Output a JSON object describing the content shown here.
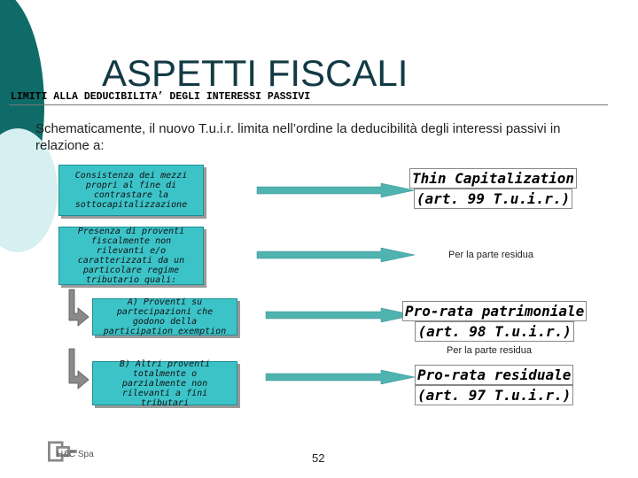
{
  "slide": {
    "title": "ASPETTI FISCALI",
    "subtitle": "LIMITI ALLA DEDUCIBILITA’ DEGLI INTERESSI PASSIVI",
    "intro": "Schematicamente, il nuovo T.u.i.r. limita nell’ordine la deducibilità degli interessi passivi in relazione a:",
    "page_number": "52"
  },
  "left_boxes": [
    {
      "text": "Consistenza dei mezzi propri al fine di contrastare la sottocapitalizzazione"
    },
    {
      "text": "Presenza di proventi fiscalmente non rilevanti e/o caratterizzati da un particolare regime tributario quali:"
    },
    {
      "text": "A) Proventi su partecipazioni che godono della participation exemption"
    },
    {
      "text": "B) Altri proventi totalmente o parzialmente non rilevanti a fini tributari"
    }
  ],
  "right_results": [
    {
      "line1": "Thin Capitalization",
      "line2": "(art. 99 T.u.i.r.)"
    },
    {
      "line1": "Pro-rata patrimoniale",
      "line2": "(art. 98 T.u.i.r.)"
    },
    {
      "line1": "Pro-rata residuale",
      "line2": "(art. 97 T.u.i.r.)"
    }
  ],
  "notes": {
    "residual_1": "Per la parte residua",
    "residual_2": "Per la parte residua"
  },
  "logo": {
    "text": "H&C Spa"
  },
  "colors": {
    "accent_dark": "#0e6b68",
    "accent_light": "#d6eff0",
    "box_fill": "#3cc3c8",
    "arrow_fill": "#4fb3b0",
    "title": "#123a44"
  }
}
